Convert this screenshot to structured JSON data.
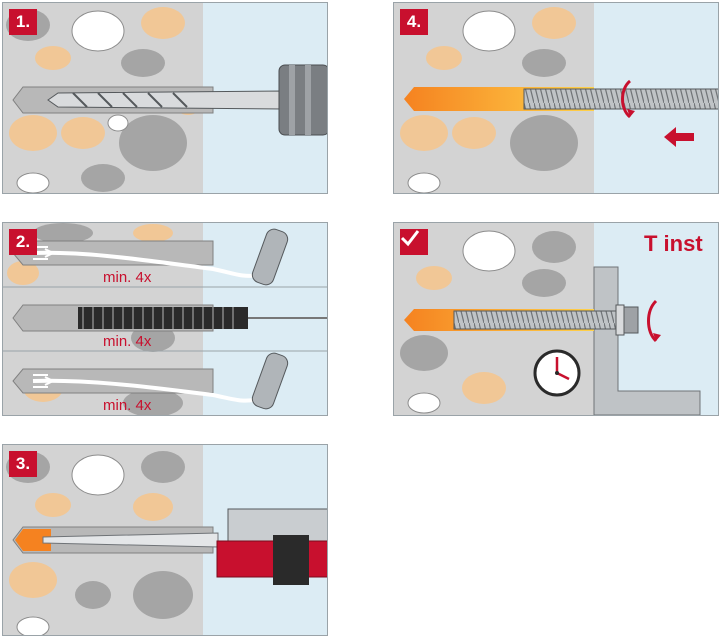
{
  "steps": [
    {
      "number": "1.",
      "action": "drill-hole"
    },
    {
      "number": "2.",
      "action": "clean-hole",
      "repeat_labels": [
        "min. 4x",
        "min. 4x",
        "min. 4x"
      ]
    },
    {
      "number": "3.",
      "action": "inject-mortar"
    },
    {
      "number": "4.",
      "action": "insert-threaded-rod"
    },
    {
      "number": "",
      "action": "cure-and-install",
      "check_icon": "check-mark-icon",
      "curing_label": "T inst"
    }
  ],
  "colors": {
    "accent": "#c8102e",
    "masonry": "#d3d3d3",
    "stone_gray": "#a5a5a5",
    "stone_tan": "#f1c796",
    "stone_white": "#ffffff",
    "air_side": "#dcecf4",
    "mortar_orange": "#f58220",
    "mortar_yellow": "#ffd24a"
  }
}
